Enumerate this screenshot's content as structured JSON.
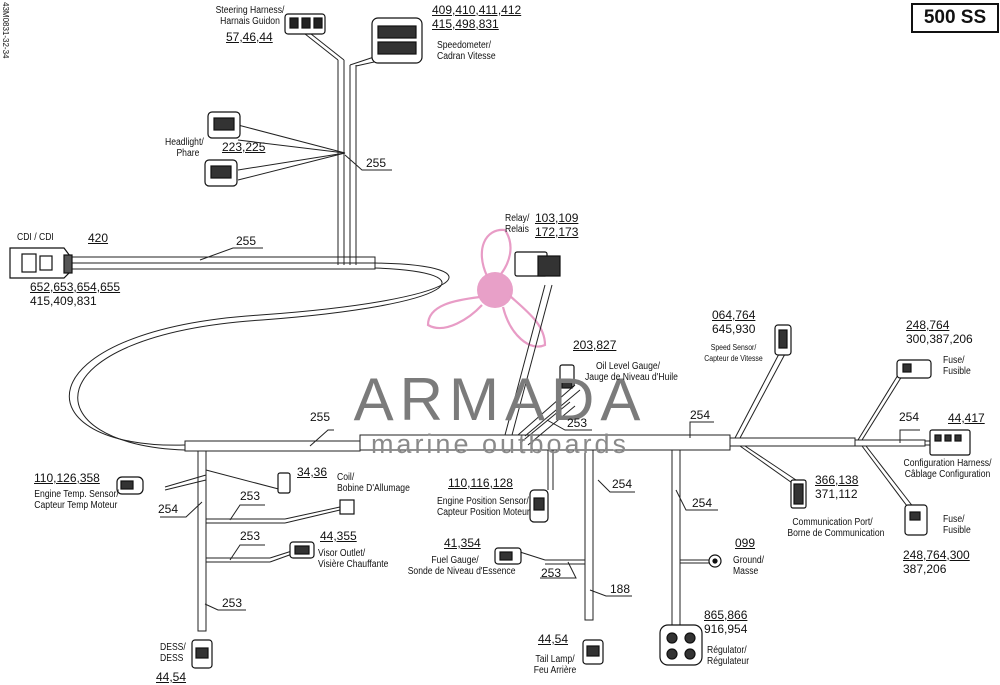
{
  "model": "500 SS",
  "part_number": "43M0831-32-34",
  "brand": {
    "name": "ARMADA",
    "tagline": "marine outboards",
    "color": "#e8a0c8"
  },
  "components": [
    {
      "id": "steering",
      "name": "Steering Harness/\nHarnais Guidon",
      "parts": [
        "57,46,44"
      ]
    },
    {
      "id": "speedometer",
      "name": "Speedometer/\nCadran Vitesse",
      "parts": [
        "409,410,411,412",
        "415,498,831"
      ]
    },
    {
      "id": "headlight",
      "name": "Headlight/\nPhare",
      "parts": [
        "223,225"
      ]
    },
    {
      "id": "cdi",
      "name": "CDI / CDI",
      "parts": [
        "420",
        "652,653,654,655",
        "415,409,831"
      ]
    },
    {
      "id": "relay",
      "name": "Relay/\nRelais",
      "parts": [
        "103,109",
        "172,173"
      ]
    },
    {
      "id": "oil",
      "name": "Oil Level Gauge/\nJauge de Niveau d'Huile",
      "parts": [
        "203,827"
      ]
    },
    {
      "id": "speedsensor",
      "name": "Speed Sensor/\nCapteur de Vitesse",
      "parts": [
        "064,764",
        "645,930"
      ]
    },
    {
      "id": "fuse1",
      "name": "Fuse/\nFusible",
      "parts": [
        "248,764",
        "300,387,206"
      ]
    },
    {
      "id": "config",
      "name": "Configuration Harness/\nCâblage Configuration",
      "parts": [
        "44,417"
      ]
    },
    {
      "id": "fuse2",
      "name": "Fuse/\nFusible",
      "parts": [
        "248,764,300",
        "387,206"
      ]
    },
    {
      "id": "comm",
      "name": "Communication Port/\nBorne de Communication",
      "parts": [
        "366,138",
        "371,112"
      ]
    },
    {
      "id": "ground",
      "name": "Ground/\nMasse",
      "parts": [
        "099"
      ]
    },
    {
      "id": "regulator",
      "name": "Régulator/\nRégulateur",
      "parts": [
        "865,866",
        "916,954"
      ]
    },
    {
      "id": "taillamp",
      "name": "Tail Lamp/\nFeu Arrière",
      "parts": [
        "44,54"
      ]
    },
    {
      "id": "fuelgauge",
      "name": "Fuel Gauge/\nSonde de Niveau d'Essence",
      "parts": [
        "41,354"
      ]
    },
    {
      "id": "enginepos",
      "name": "Engine Position Sensor/\nCapteur Position Moteur",
      "parts": [
        "110,116,128"
      ]
    },
    {
      "id": "coil",
      "name": "Coil/\nBobine D'Allumage",
      "parts": [
        "34,36"
      ]
    },
    {
      "id": "visor",
      "name": "Visor Outlet/\nVisière Chauffante",
      "parts": [
        "44,355"
      ]
    },
    {
      "id": "enginetemp",
      "name": "Engine Temp. Sensor/\nCapteur Temp Moteur",
      "parts": [
        "110,126,358"
      ]
    },
    {
      "id": "dess",
      "name": "DESS/\nDESS",
      "parts": [
        "44,54"
      ]
    }
  ],
  "wire_labels": {
    "w255_top": "255",
    "w255_cdi": "255",
    "w255_main": "255",
    "w253_oil": "253",
    "w254_mid": "254",
    "w254_right": "254",
    "w254_left": "254",
    "w253_coil": "253",
    "w253_visor": "253",
    "w253_dess": "253",
    "w254_pos": "254",
    "w253_fuel": "253",
    "w188": "188",
    "w254_reg": "254"
  }
}
